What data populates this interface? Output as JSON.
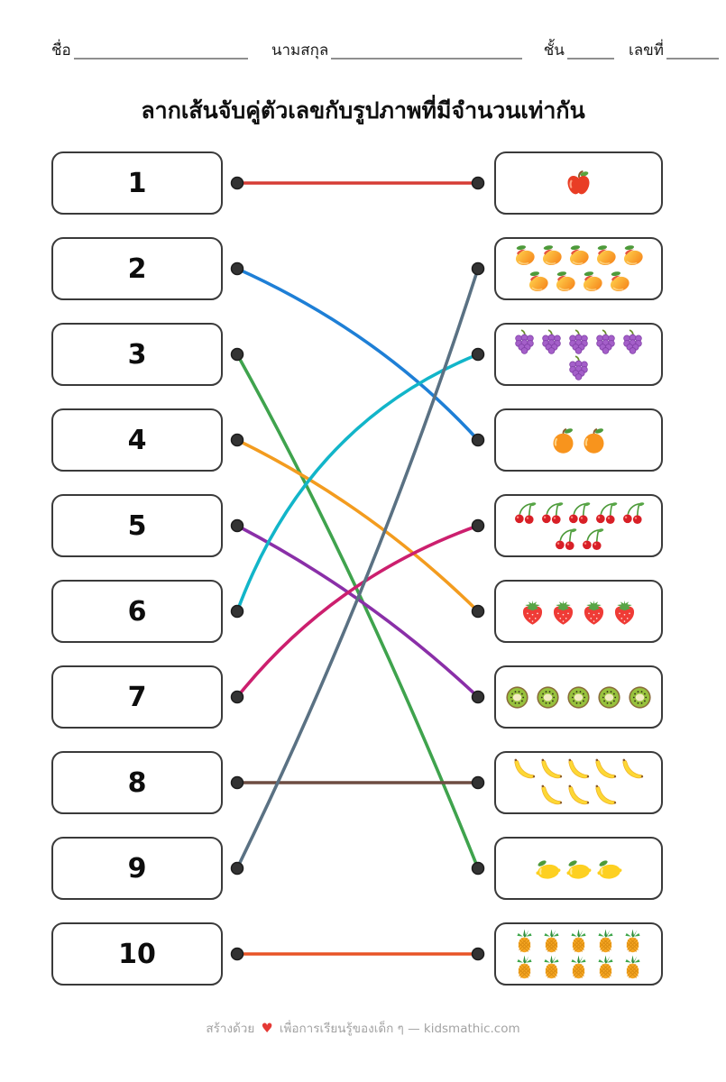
{
  "header": {
    "name_label": "ชื่อ",
    "surname_label": "นามสกุล",
    "class_label": "ชั้น",
    "number_label": "เลขที่"
  },
  "title": "ลากเส้นจับคู่ตัวเลขกับรูปภาพที่มีจำนวนเท่ากัน",
  "left_numbers": [
    "1",
    "2",
    "3",
    "4",
    "5",
    "6",
    "7",
    "8",
    "9",
    "10"
  ],
  "fruit_boxes": [
    {
      "fruit": "apple",
      "icon": "apple-icon",
      "count": 1
    },
    {
      "fruit": "mango",
      "icon": "mango-icon",
      "count": 9
    },
    {
      "fruit": "grapes",
      "icon": "grapes-icon",
      "count": 6
    },
    {
      "fruit": "orange",
      "icon": "orange-icon",
      "count": 2
    },
    {
      "fruit": "cherries",
      "icon": "cherries-icon",
      "count": 7
    },
    {
      "fruit": "strawberry",
      "icon": "strawberry-icon",
      "count": 4
    },
    {
      "fruit": "kiwi",
      "icon": "kiwi-icon",
      "count": 5
    },
    {
      "fruit": "banana",
      "icon": "banana-icon",
      "count": 8
    },
    {
      "fruit": "lemon",
      "icon": "lemon-icon",
      "count": 3
    },
    {
      "fruit": "pineapple",
      "icon": "pineapple-icon",
      "count": 10
    }
  ],
  "connections": [
    {
      "from_number": "1",
      "to_fruit": "apple",
      "color": "#d63c35"
    },
    {
      "from_number": "2",
      "to_fruit": "orange",
      "color": "#1e7fd6"
    },
    {
      "from_number": "3",
      "to_fruit": "lemon",
      "color": "#3fa34d"
    },
    {
      "from_number": "4",
      "to_fruit": "strawberry",
      "color": "#f39c1f"
    },
    {
      "from_number": "5",
      "to_fruit": "kiwi",
      "color": "#8a2fa8"
    },
    {
      "from_number": "6",
      "to_fruit": "grapes",
      "color": "#12b5c9"
    },
    {
      "from_number": "7",
      "to_fruit": "cherries",
      "color": "#cc1f6e"
    },
    {
      "from_number": "8",
      "to_fruit": "banana",
      "color": "#6d4c41"
    },
    {
      "from_number": "9",
      "to_fruit": "mango",
      "color": "#5a7183"
    },
    {
      "from_number": "10",
      "to_fruit": "pineapple",
      "color": "#e85426"
    }
  ],
  "dot_color": "#333333",
  "footer": {
    "text_before_heart": "สร้างด้วย",
    "heart": "♥",
    "text_after_heart": "เพื่อการเรียนรู้ของเด็ก ๆ — kidsmathic.com"
  }
}
